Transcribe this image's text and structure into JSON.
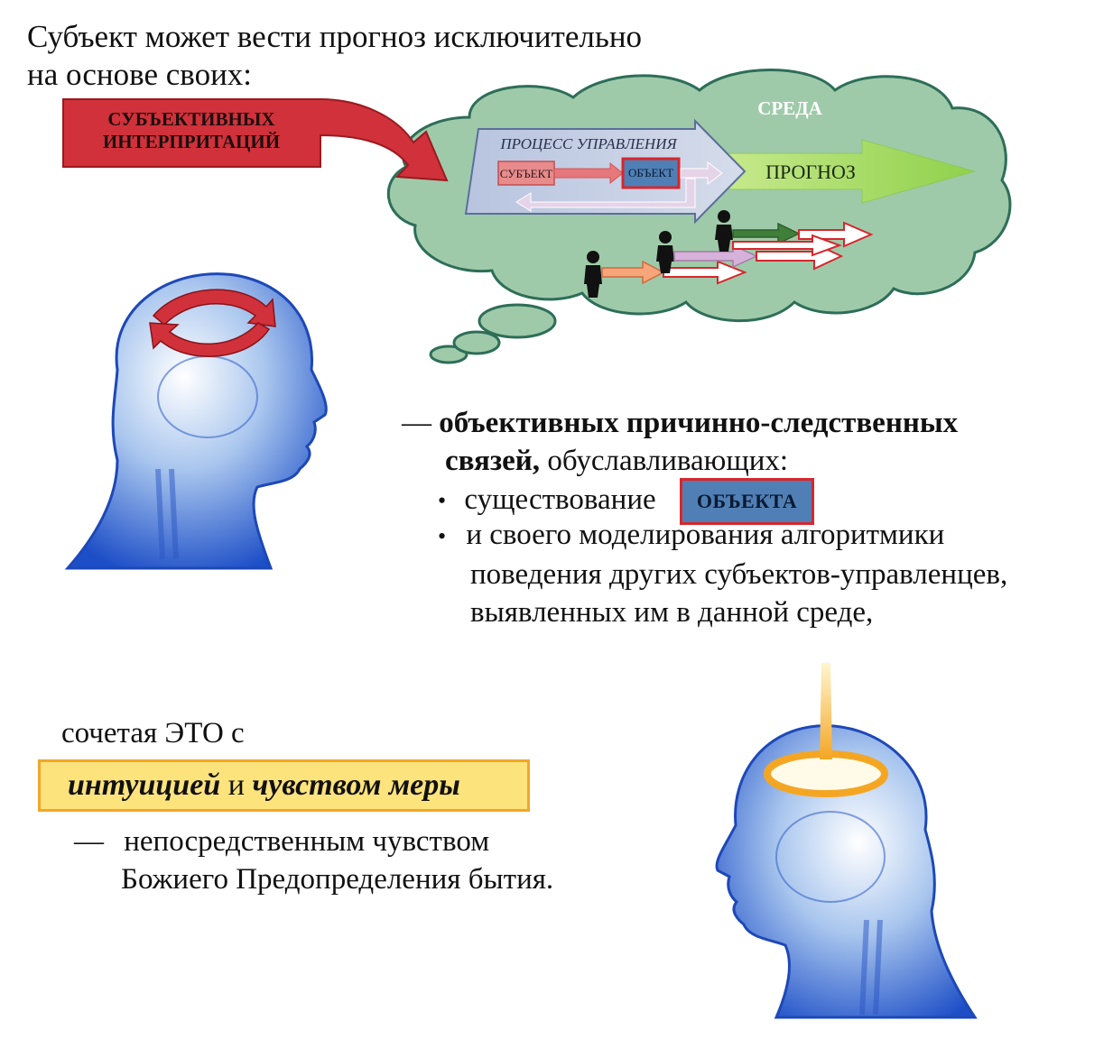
{
  "intro": {
    "line1": "Субъект может вести прогноз исключительно",
    "line2": "на основе своих:"
  },
  "red_arrow_label": {
    "line1": "СУБЪЕКТИВНЫХ",
    "line2": "ИНТЕРПРИТАЦИЙ"
  },
  "cloud": {
    "env_label": "СРЕДА",
    "process_label": "ПРОЦЕСС УПРАВЛЕНИЯ",
    "subject_label": "СУБЪЕКТ",
    "object_label": "ОБЪЕКТ",
    "forecast_label": "ПРОГНОЗ"
  },
  "objective": {
    "dash": "—",
    "bold1": "объективных причинно-следственных",
    "bold2": "связей,",
    "rest2": " обуславливающих:",
    "bullet1": "существование",
    "bullet1_box": "ОБЪЕКТА",
    "bullet2_line1": "и своего моделирования алгоритмики",
    "bullet2_line2": "поведения других субъектов-управленцев,",
    "bullet2_line3": "выявленных им в данной среде,"
  },
  "combine": {
    "text": "сочетая ЭТО с",
    "intuition": "интуицией",
    "and": " и ",
    "measure": "чувством меры"
  },
  "closing": {
    "dash": "—",
    "line1": "непосредственным чувством",
    "line2": "Божиего Предопределения бытия."
  },
  "colors": {
    "cloud_fill": "#9fcaa9",
    "cloud_stroke": "#2d6e58",
    "red_arrow": "#d0313a",
    "forecast_arrow": "#92d050",
    "object_blue": "#4f7fb4",
    "highlight_yellow": "#fde37c"
  }
}
